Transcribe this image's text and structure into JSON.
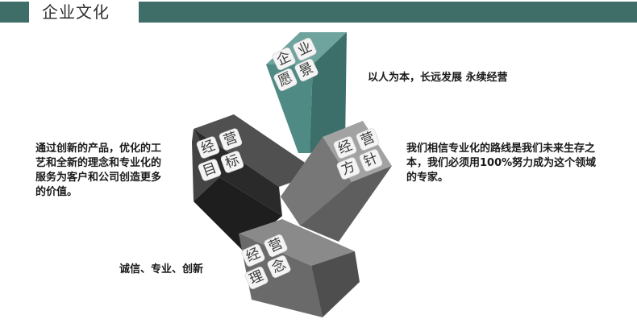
{
  "header": {
    "title": "企业文化"
  },
  "items": [
    {
      "chars": [
        "企",
        "业",
        "愿",
        "景"
      ],
      "text": "以人为本，长远发展 永续经营"
    },
    {
      "chars": [
        "经",
        "营",
        "目",
        "标"
      ],
      "text_lines": [
        "通过创新的产品，优化的工",
        "艺和全新的理念和专业化的",
        "服务为客户和公司创造更多",
        "的价值。"
      ]
    },
    {
      "chars": [
        "经",
        "营",
        "方",
        "针"
      ],
      "text_lines": [
        "我们相信专业化的路线是我们未来生存之",
        "本，我们必须用100%努力成为这个领域",
        "的专家。"
      ]
    },
    {
      "chars": [
        "经",
        "营",
        "理",
        "念"
      ],
      "text": "诚信、专业、创新"
    }
  ],
  "colors": {
    "header": "#3f6e69",
    "teal_block": "#4f8a84",
    "dark_block": "#3b3b3b",
    "gray_block": "#8a8a8a"
  }
}
